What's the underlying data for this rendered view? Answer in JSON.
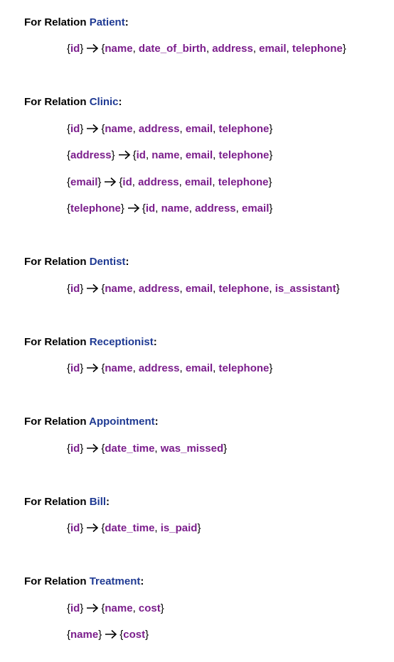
{
  "prefix": "For Relation",
  "relations": [
    {
      "name": "Patient",
      "fds": [
        {
          "lhs": [
            "id"
          ],
          "rhs": [
            "name",
            "date_of_birth",
            "address",
            "email",
            "telephone"
          ]
        }
      ]
    },
    {
      "name": "Clinic",
      "fds": [
        {
          "lhs": [
            "id"
          ],
          "rhs": [
            "name",
            "address",
            "email",
            "telephone"
          ]
        },
        {
          "lhs": [
            "address"
          ],
          "rhs": [
            "id",
            "name",
            "email",
            "telephone"
          ]
        },
        {
          "lhs": [
            "email"
          ],
          "rhs": [
            "id",
            "address",
            "email",
            "telephone"
          ]
        },
        {
          "lhs": [
            "telephone"
          ],
          "rhs": [
            "id",
            "name",
            "address",
            "email"
          ]
        }
      ]
    },
    {
      "name": "Dentist",
      "fds": [
        {
          "lhs": [
            "id"
          ],
          "rhs": [
            "name",
            "address",
            "email",
            "telephone",
            "is_assistant"
          ]
        }
      ]
    },
    {
      "name": "Receptionist",
      "fds": [
        {
          "lhs": [
            "id"
          ],
          "rhs": [
            "name",
            "address",
            "email",
            "telephone"
          ]
        }
      ]
    },
    {
      "name": "Appointment",
      "fds": [
        {
          "lhs": [
            "id"
          ],
          "rhs": [
            "date_time",
            "was_missed"
          ]
        }
      ]
    },
    {
      "name": "Bill",
      "fds": [
        {
          "lhs": [
            "id"
          ],
          "rhs": [
            "date_time",
            "is_paid"
          ]
        }
      ]
    },
    {
      "name": "Treatment",
      "fds": [
        {
          "lhs": [
            "id"
          ],
          "rhs": [
            "name",
            "cost"
          ]
        },
        {
          "lhs": [
            "name"
          ],
          "rhs": [
            "cost"
          ]
        }
      ]
    }
  ],
  "colors": {
    "relation_name": "#1f3a93",
    "attribute": "#7b1e8c",
    "text": "#000000"
  },
  "icons": {
    "arrow": "right-arrow-icon"
  }
}
